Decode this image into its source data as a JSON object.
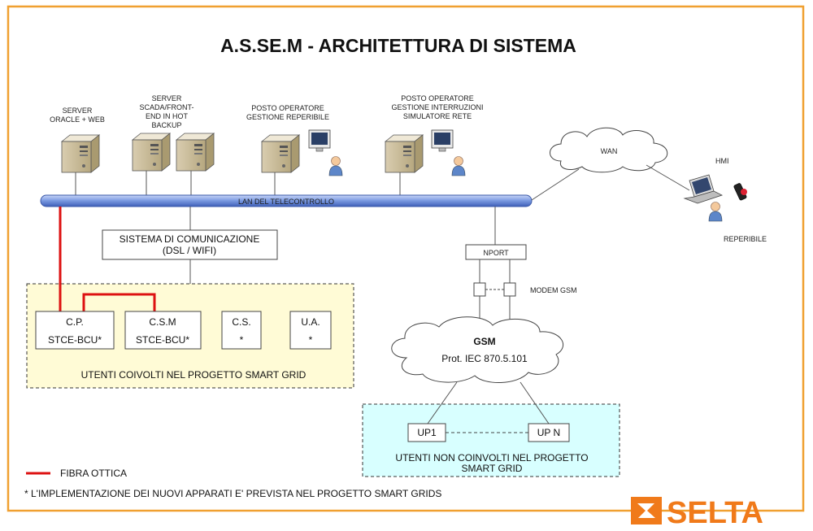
{
  "title": "A.S.SE.M - ARCHITETTURA DI SISTEMA",
  "servers": {
    "oracle_web": [
      "SERVER",
      "ORACLE + WEB"
    ],
    "scada": [
      "SERVER",
      "SCADA/FRONT-",
      "END IN HOT",
      "BACKUP"
    ],
    "operatore_reperibile": [
      "POSTO OPERATORE",
      "GESTIONE REPERIBILE"
    ],
    "operatore_interruzioni": [
      "POSTO OPERATORE",
      "GESTIONE INTERRUZIONI",
      "SIMULATORE RETE"
    ]
  },
  "lan_label": "LAN DEL TELECONTROLLO",
  "wan_label": "WAN",
  "hmi_label": "HMI",
  "reperibile_label": "REPERIBILE",
  "comm_system": [
    "SISTEMA DI COMUNICAZIONE",
    "(DSL / WIFI)"
  ],
  "nport_label": "NPORT",
  "modem_label": "MODEM GSM",
  "gsm": {
    "title": "GSM",
    "protocol": "Prot. IEC 870.5.101"
  },
  "smart_grid_group": {
    "label": "UTENTI COIVOLTI NEL PROGETTO SMART GRID",
    "units": [
      {
        "top": "C.P.",
        "bottom": "STCE-BCU*"
      },
      {
        "top": "C.S.M",
        "bottom": "STCE-BCU*"
      },
      {
        "top": "C.S.",
        "bottom": "*"
      },
      {
        "top": "U.A.",
        "bottom": "*"
      }
    ]
  },
  "non_smart_group": {
    "label": [
      "UTENTI NON COINVOLTI NEL PROGETTO",
      "SMART GRID"
    ],
    "up1": "UP1",
    "upn": "UP N"
  },
  "legend": {
    "fibra": "FIBRA OTTICA",
    "note": "* L'IMPLEMENTAZIONE DEI NUOVI APPARATI E' PREVISTA NEL PROGETTO SMART GRIDS"
  },
  "logo_text": "SELTA",
  "colors": {
    "frame": "#f0a030",
    "lan": "#6f8fd8",
    "fiber": "#dd1111",
    "yellow": "#fffbd6",
    "cyan": "#d8ffff",
    "logo": "#f07a1a"
  }
}
